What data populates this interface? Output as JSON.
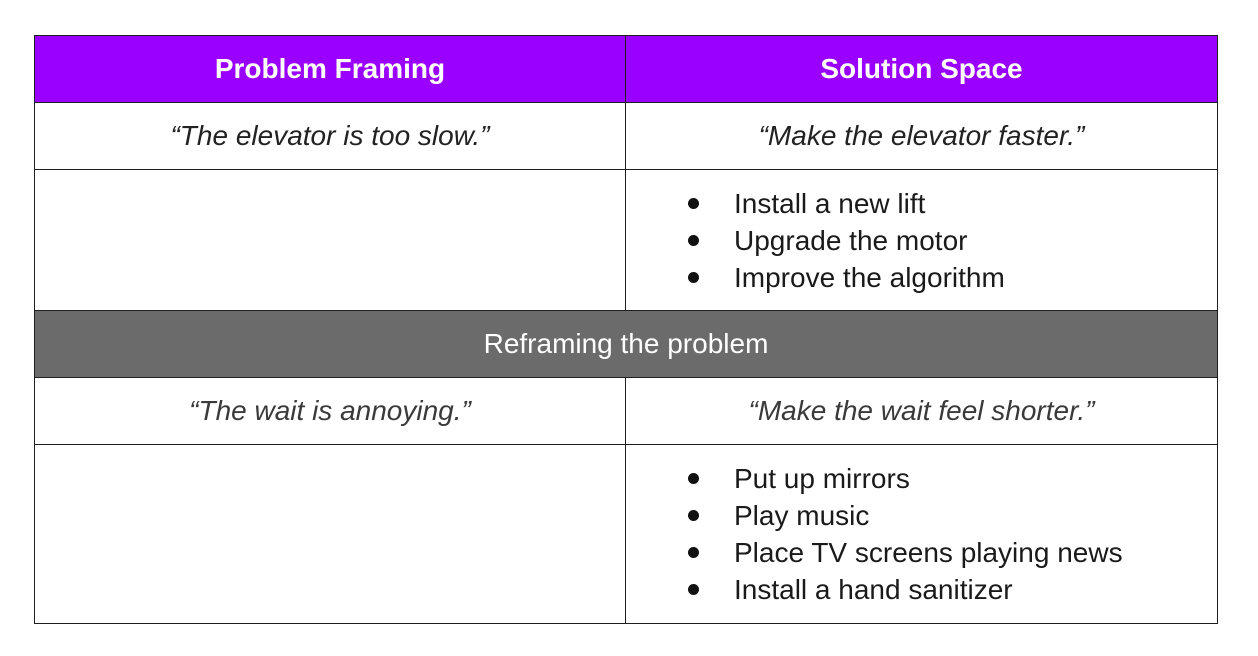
{
  "header": {
    "left": "Problem Framing",
    "right": "Solution Space"
  },
  "first_framing": {
    "problem": "“The elevator is too slow.”",
    "solution": "“Make the elevator faster.”",
    "ideas": [
      "Install a new lift",
      "Upgrade the motor",
      "Improve the algorithm"
    ]
  },
  "divider": {
    "label": "Reframing the problem"
  },
  "second_framing": {
    "problem": "“The wait is annoying.”",
    "solution": "“Make the wait feel shorter.”",
    "ideas": [
      "Put up mirrors",
      "Play music",
      "Place TV screens playing news",
      "Install a hand sanitizer"
    ]
  },
  "colors": {
    "header_bg": "#9900ff",
    "divider_bg": "#6b6b6b",
    "border": "#1f1f1f"
  }
}
